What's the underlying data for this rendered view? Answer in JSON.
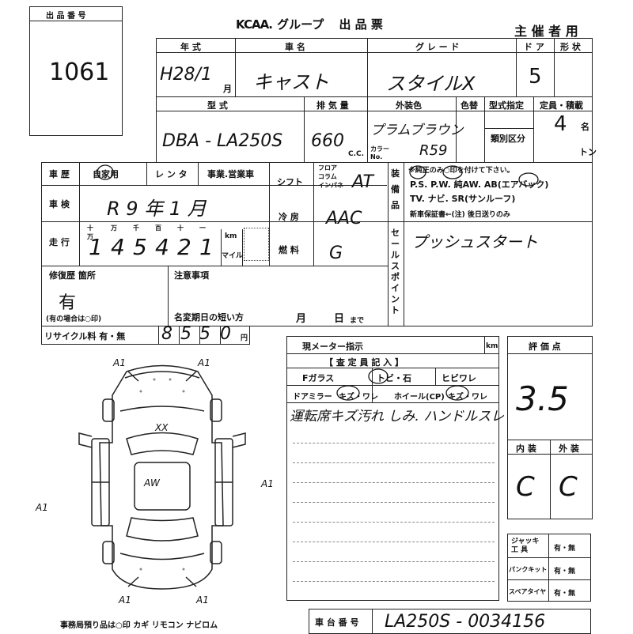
{
  "lot": {
    "label": "出 品 番 号",
    "number": "1061"
  },
  "header": {
    "brand": "KCAA",
    "title_suffix": ". グループ",
    "title": "出 品 票",
    "organizer": "主 催 者 用"
  },
  "vehicle": {
    "year_label": "年 式",
    "year_value": "H28/1",
    "month_unit": "月",
    "name_label": "車 名",
    "name_value": "キャスト",
    "grade_label": "グ レ ー ド",
    "grade_value": "スタイルX",
    "door_label": "ド ア",
    "door_value": "5",
    "shape_label": "形 状",
    "model_label": "型 式",
    "model_value": "DBA - LA250S",
    "displacement_label": "排 気 量",
    "displacement_value": "660",
    "cc": "C.C.",
    "exterior_label": "外装色",
    "exterior_value": "プラムブラウン",
    "color_no_label": "カラー No.",
    "color_no_value": "R59",
    "color_change_label": "色替",
    "type_spec_label": "型式指定",
    "class_label": "類別区分",
    "capacity_label": "定員・積載",
    "capacity_value": "4",
    "capacity_unit": "名",
    "ton_unit": "トン"
  },
  "history": {
    "label": "車 歴",
    "options": "自家用",
    "rental": "レ ン タ",
    "business": "事業.営業車",
    "inspection_label": "車 検",
    "inspection_value": "R 9 年 1 月",
    "mileage_label": "走 行",
    "mileage_digits": [
      "1",
      "4",
      "5",
      "4",
      "2",
      "1"
    ],
    "mileage_units": [
      "十万",
      "万",
      "千",
      "百",
      "十",
      "一"
    ],
    "km": "km",
    "mile": "マイル"
  },
  "mechanical": {
    "shift_label": "シフト",
    "shift_options": [
      "フロア",
      "コラム",
      "インパネ"
    ],
    "shift_value": "AT",
    "ac_label": "冷 房",
    "ac_value": "AAC",
    "fuel_label": "燃 料",
    "fuel_value": "G"
  },
  "equipment": {
    "label": "装 備 品",
    "note": "※純正のみ○印を付けて下さい。",
    "line1": "P.S. P.W. 純AW. AB(エアバック)",
    "line2": "TV. ナビ. SR(サンルーフ)",
    "line3": "新車保証書←(注) 後日送りのみ"
  },
  "sales_point": {
    "label": "セールスポイント",
    "value": "プッシュスタート"
  },
  "repair": {
    "label": "修復歴 箇所",
    "value": "有",
    "note": "(有の場合は○印)",
    "notes_label": "注意事項",
    "expiry_label": "名変期日の短い方",
    "month": "月",
    "day": "日",
    "made": "まで"
  },
  "recycle": {
    "label": "リサイクル料 有・無",
    "digits": [
      "8",
      "5",
      "5",
      "0"
    ],
    "yen": "円"
  },
  "meter": {
    "label": "現メーター指示",
    "km": "km"
  },
  "inspector": {
    "label": "【 査 定 員 記 入 】",
    "glass": "Fガラス",
    "glass_opts": "トビ・石",
    "crack": "ヒビワレ",
    "mirror": "ドアミラー",
    "mirror_opts": "キズ・ワレ",
    "wheel": "ホイール(CP)",
    "wheel_opts": "キズ・ワレ",
    "comment": "運転席キズ汚れ しみ. ハンドルスレ"
  },
  "rating": {
    "label": "評 価 点",
    "value": "3.5",
    "interior_label": "内 装",
    "exterior_label": "外 装",
    "interior_value": "C",
    "exterior_value": "C"
  },
  "tools": {
    "jack_label": "ジャッキ 工 具",
    "jack_value": "有・無",
    "puncture_label": "パンクキット",
    "puncture_value": "有・無",
    "spare_label": "スペアタイヤ",
    "spare_value": "有・無"
  },
  "diagram": {
    "marks": [
      "A1",
      "A1",
      "A1",
      "A1",
      "A1",
      "A1",
      "XX",
      "AW"
    ],
    "footer": "事務局預り品は○印  カギ リモコン ナビロム"
  },
  "chassis": {
    "label": "車 台 番 号",
    "value": "LA250S - 0034156"
  }
}
